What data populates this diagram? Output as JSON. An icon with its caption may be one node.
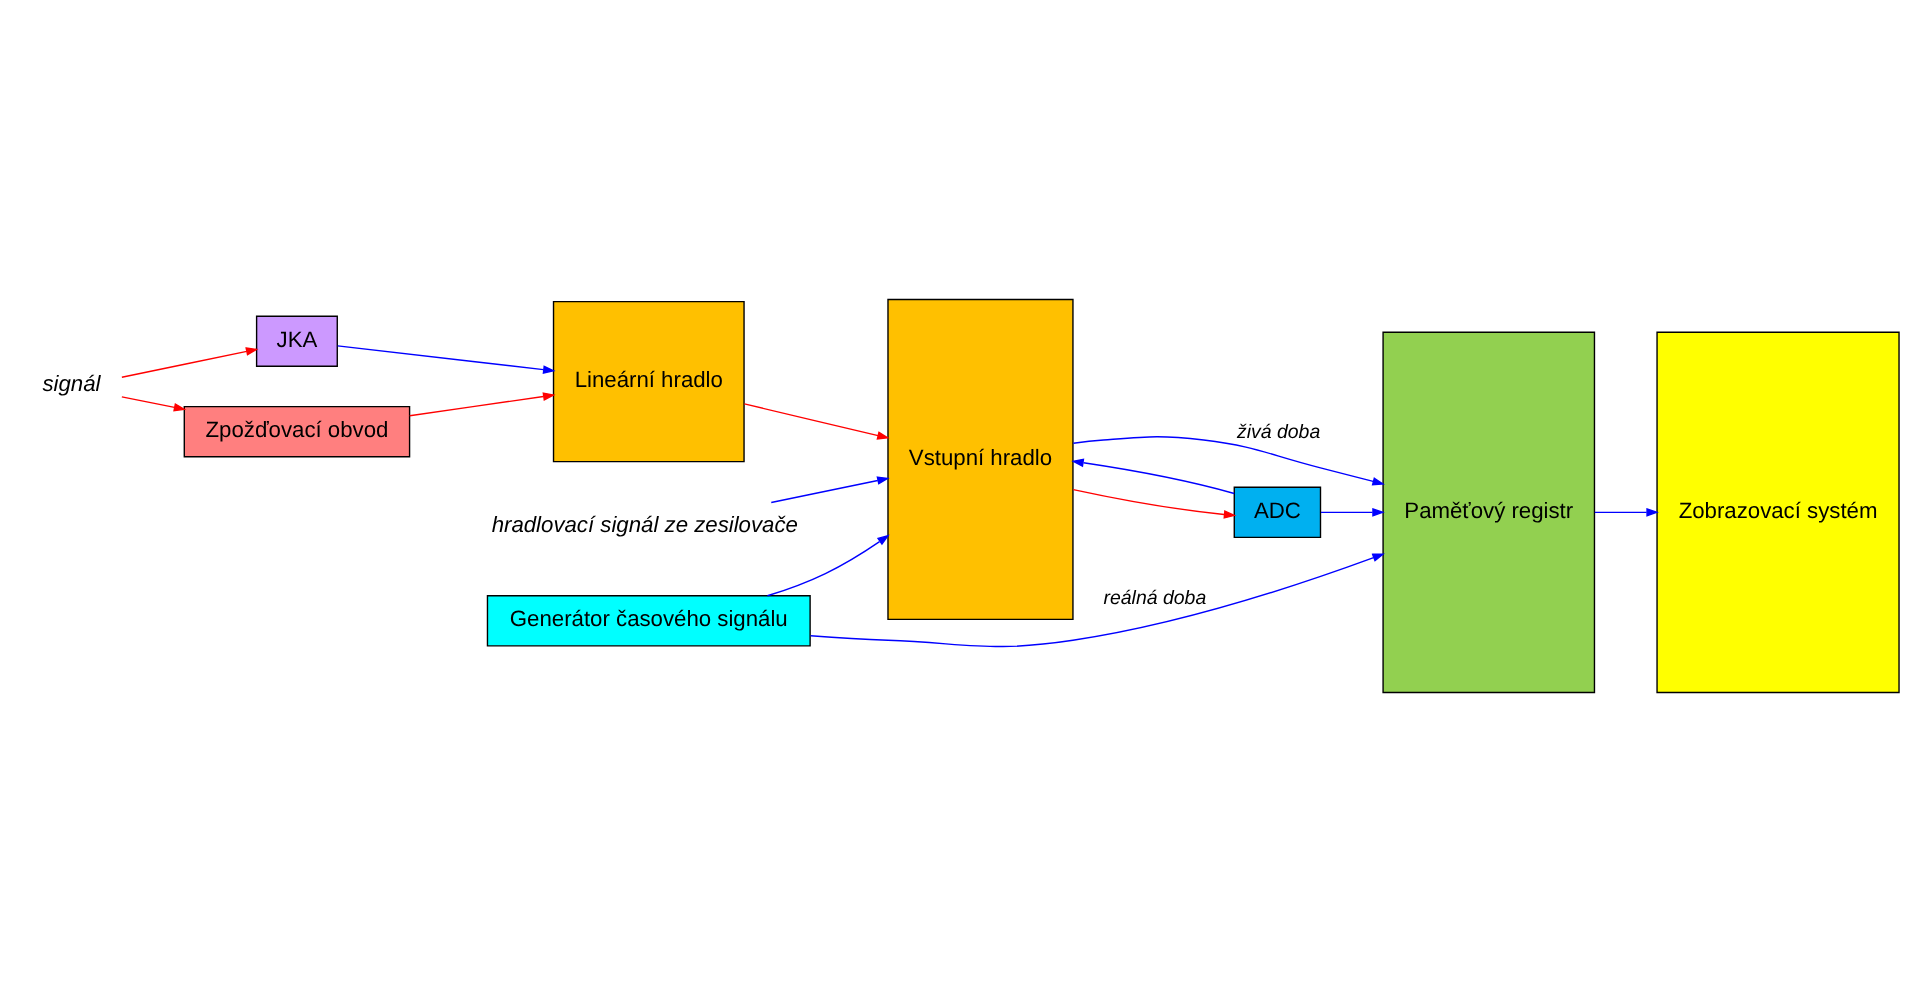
{
  "diagram": {
    "nodes": [
      {
        "text": [
          "hradlovací signál ze zesilovače"
        ]
      },
      {
        "text": [
          "JKA"
        ]
      },
      {
        "text": [
          "Lineární hradlo"
        ]
      },
      {
        "text": [
          "Vstupní hradlo"
        ]
      },
      {
        "text": [
          "signál"
        ]
      },
      {
        "text": [
          "Zpožďovací obvod"
        ]
      },
      {
        "text": [
          "ADC"
        ]
      },
      {
        "text": [
          "Paměťový registr"
        ]
      },
      {
        "text": [
          "Zobrazovací systém"
        ]
      },
      {
        "text": [
          "Generátor časového signálu"
        ]
      }
    ],
    "edges": [
      {
        "from": 4,
        "to": 1,
        "arrow": "to",
        "color": "#ff0000"
      },
      {
        "from": 4,
        "to": 5,
        "arrow": "to",
        "color": "#ff0000"
      },
      {
        "from": 1,
        "to": 2,
        "arrow": "to"
      },
      {
        "from": 5,
        "to": 2,
        "arrow": "to",
        "color": "#ff0000"
      },
      {
        "from": 0,
        "to": 3,
        "arrow": "to"
      },
      {
        "from": 6,
        "to": 3,
        "arrow": "to"
      },
      {
        "from": 2,
        "to": 3,
        "arrow": "to",
        "color": "#ff0000"
      },
      {
        "from": 3,
        "to": 6,
        "arrow": "to",
        "color": "#ff0000"
      },
      {
        "from": 6,
        "to": 7,
        "arrow": "to"
      },
      {
        "from": 7,
        "to": 8,
        "arrow": "to"
      },
      {
        "from": 9,
        "to": 3,
        "arrow": "to"
      },
      {
        "from": 3,
        "to": 7,
        "arrow": "to",
        "label": "živá doba"
      },
      {
        "from": 9,
        "to": 7,
        "arrow": "to",
        "label": "reálná doba"
      }
    ]
  }
}
